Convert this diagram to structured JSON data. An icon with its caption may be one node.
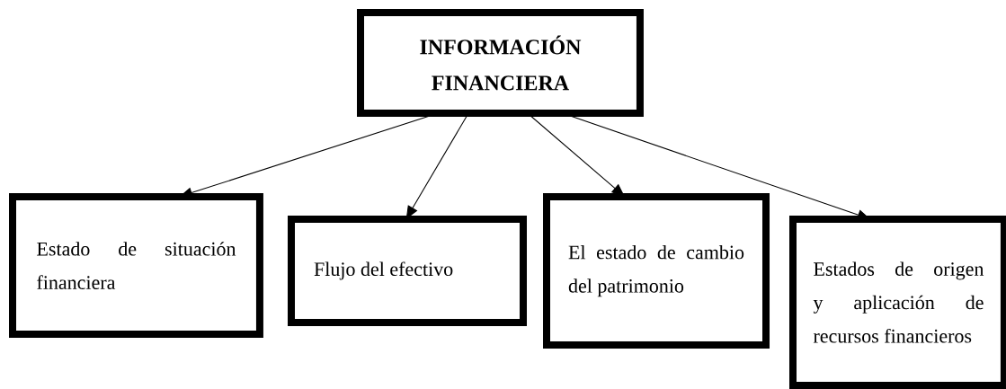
{
  "diagram": {
    "nodes": [
      {
        "text": [
          "INFORMACIÓN FINANCIERA"
        ]
      },
      {
        "text": [
          "Estado de situación financiera"
        ]
      },
      {
        "text": [
          "Flujo del efectivo"
        ]
      },
      {
        "text": [
          "El estado de cambio del patrimonio"
        ]
      },
      {
        "text": [
          "Estados de origen y aplicación de recursos financieros"
        ]
      }
    ],
    "edges": [
      {
        "from": 0,
        "to": 1,
        "arrow": "to"
      },
      {
        "from": 0,
        "to": 2,
        "arrow": "to"
      },
      {
        "from": 0,
        "to": 3,
        "arrow": "to"
      },
      {
        "from": 0,
        "to": 4,
        "arrow": "to"
      }
    ]
  }
}
